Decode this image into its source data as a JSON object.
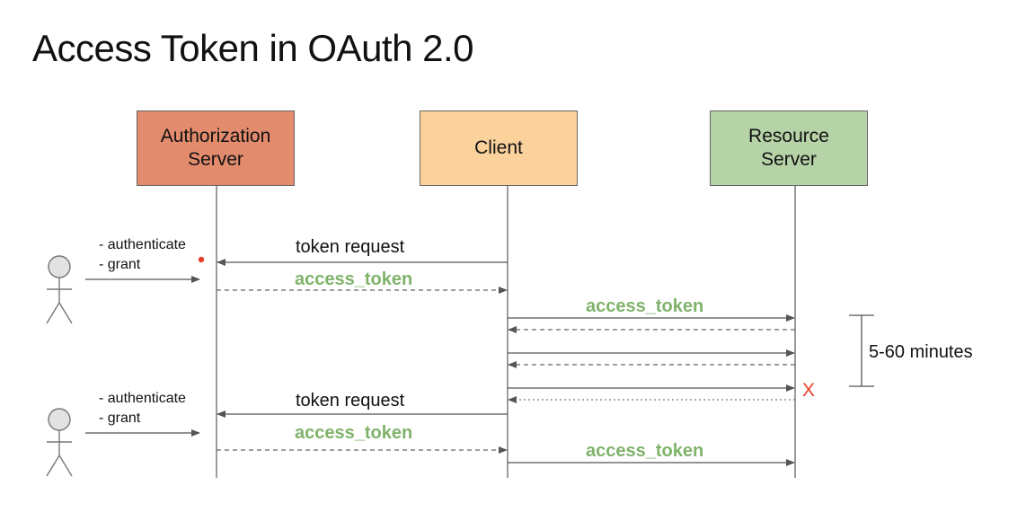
{
  "title": "Access Token in OAuth 2.0",
  "participants": {
    "authorization_server": "Authorization\nServer",
    "client": "Client",
    "resource_server": "Resource\nServer"
  },
  "user_actions": [
    "- authenticate",
    "- grant"
  ],
  "messages": {
    "token_request": "token request",
    "access_token": "access_token"
  },
  "expiry": {
    "label": "5-60 minutes",
    "failure_mark": "X"
  },
  "colors": {
    "authorization_server": "#e38b6d",
    "client": "#fbd19c",
    "resource_server": "#b5d3a7",
    "access_token_text": "#7fb36b",
    "failure_mark": "#e8402a",
    "marker_dot": "#e8402a"
  }
}
